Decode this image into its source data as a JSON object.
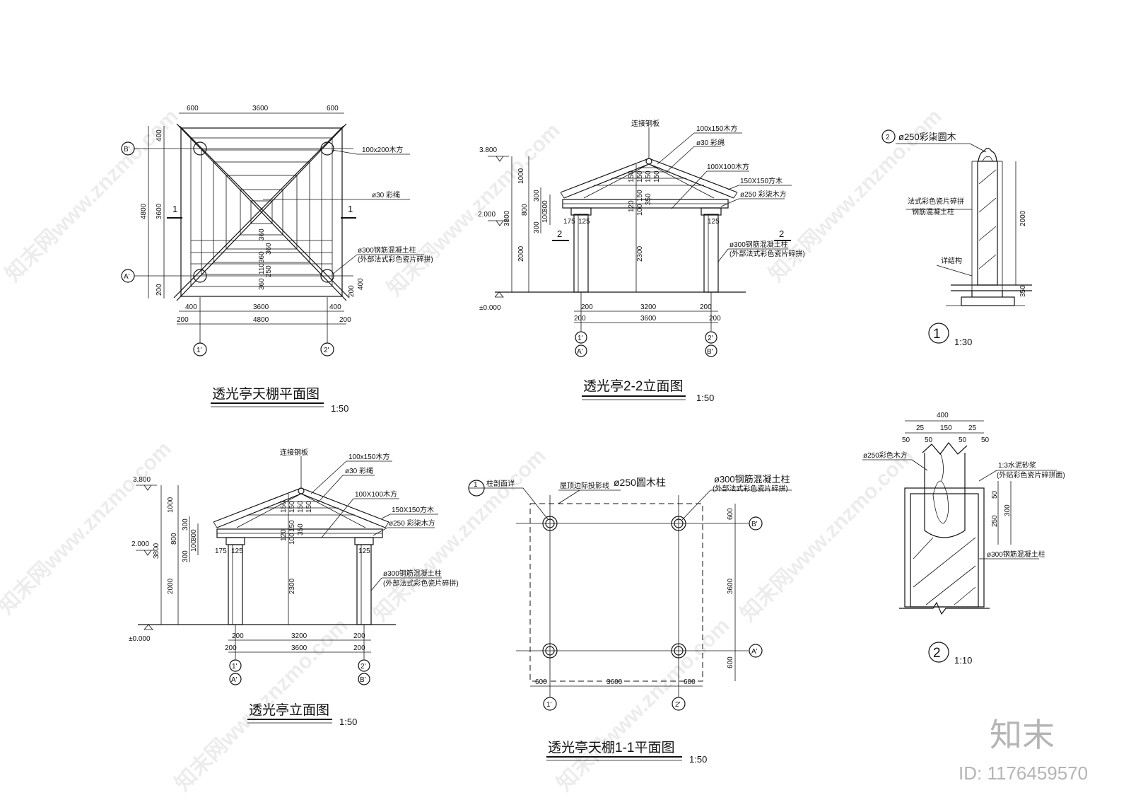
{
  "plan": {
    "title": "透光亭天棚平面图",
    "scale": "1:50",
    "dims_top": [
      "600",
      "3600",
      "600"
    ],
    "dims_left": [
      "400",
      "3600",
      "200"
    ],
    "dim_left_total": "4800",
    "dims_bottom1": [
      "400",
      "3600",
      "400"
    ],
    "dims_bottom2": [
      "200",
      "4800",
      "200"
    ],
    "dims_right": [
      "200",
      "400"
    ],
    "inner_dims": [
      "360",
      "360",
      "360",
      "110",
      "250",
      "360"
    ],
    "labels": [
      "100x200木方",
      "ø30 彩绳",
      "ø300钢筋混凝土柱",
      "(外部法式彩色瓷片碎拼)"
    ],
    "section_marks": [
      "1",
      "1"
    ],
    "axis_rows": [
      "B'",
      "A'"
    ],
    "axis_cols": [
      "1'",
      "2'"
    ]
  },
  "elev22": {
    "title": "透光亭2-2立面图",
    "scale": "1:50",
    "levels": [
      "3.800",
      "2.000",
      "±0.000"
    ],
    "dims_left": [
      "1000",
      "3800",
      "800",
      "2000",
      "300",
      "300",
      "100",
      "300"
    ],
    "labels": [
      "连接钢板",
      "100x150木方",
      "ø30 彩绳",
      "100X100木方",
      "150X150方木",
      "ø250 彩柒木方",
      "ø300钢筋混凝土柱",
      "(外部法式彩色瓷片碎拼)"
    ],
    "vert_dims": [
      "150",
      "150",
      "150",
      "150",
      "120",
      "150",
      "350",
      "100",
      "2300"
    ],
    "col_dims": [
      "175",
      "125",
      "125"
    ],
    "dims_bottom1": [
      "200",
      "3200",
      "200"
    ],
    "dims_bottom2": [
      "200",
      "3600",
      "200"
    ],
    "section_marks": [
      "2",
      "2"
    ],
    "axis_left": [
      "1'",
      "A'"
    ],
    "axis_right": [
      "2'",
      "B'"
    ]
  },
  "detail1": {
    "label_top": "ø250彩柒圆木",
    "labels": [
      "法式彩色瓷片碎拼",
      "钢筋混凝土柱",
      "详结构"
    ],
    "dims": [
      "2000",
      "350"
    ],
    "num": "1",
    "scale": "1:30"
  },
  "elev": {
    "title": "透光亭立面图",
    "scale": "1:50",
    "levels": [
      "3.800",
      "2.000",
      "±0.000"
    ],
    "dims_left": [
      "1000",
      "3800",
      "800",
      "2000",
      "300",
      "300",
      "100",
      "300"
    ],
    "labels": [
      "连接钢板",
      "100x150木方",
      "ø30 彩绳",
      "100X100木方",
      "150X150方木",
      "ø250 彩柒木方",
      "ø300钢筋混凝土柱",
      "(外部法式彩色瓷片碎拼)"
    ],
    "vert_dims": [
      "150",
      "150",
      "150",
      "150",
      "120",
      "150",
      "350",
      "100",
      "2300"
    ],
    "col_dims": [
      "175",
      "125",
      "125"
    ],
    "dims_bottom1": [
      "200",
      "3200",
      "200"
    ],
    "dims_bottom2": [
      "200",
      "3600",
      "200"
    ],
    "axis_left": [
      "1'",
      "A'"
    ],
    "axis_right": [
      "2'",
      "B'"
    ]
  },
  "plan11": {
    "title": "透光亭天棚1-1平面图",
    "scale": "1:50",
    "labels": [
      "柱剖面详",
      "屋顶边际投影线",
      "ø250圆木柱",
      "ø300钢筋混凝土柱",
      "(外部法式彩色瓷片碎拼)"
    ],
    "callout_num": "1",
    "dims_right": [
      "600",
      "3600",
      "600"
    ],
    "dims_bottom": [
      "600",
      "3600",
      "600"
    ],
    "axis_rows": [
      "B'",
      "A'"
    ],
    "axis_cols": [
      "1'",
      "2'"
    ]
  },
  "detail2": {
    "dims_top": [
      "400",
      "25",
      "150",
      "25",
      "50",
      "50",
      "50",
      "50"
    ],
    "labels": [
      "ø250彩色木方",
      "1:3水泥砂浆",
      "(外贴彩色瓷片碎拼面)",
      "ø300钢筋混凝土柱"
    ],
    "dims_right": [
      "50",
      "250",
      "300"
    ],
    "num": "2",
    "scale": "1:10"
  },
  "watermark": "知末网www.znzmo.com",
  "brand": {
    "logo": "知末",
    "id": "ID: 1176459570"
  }
}
